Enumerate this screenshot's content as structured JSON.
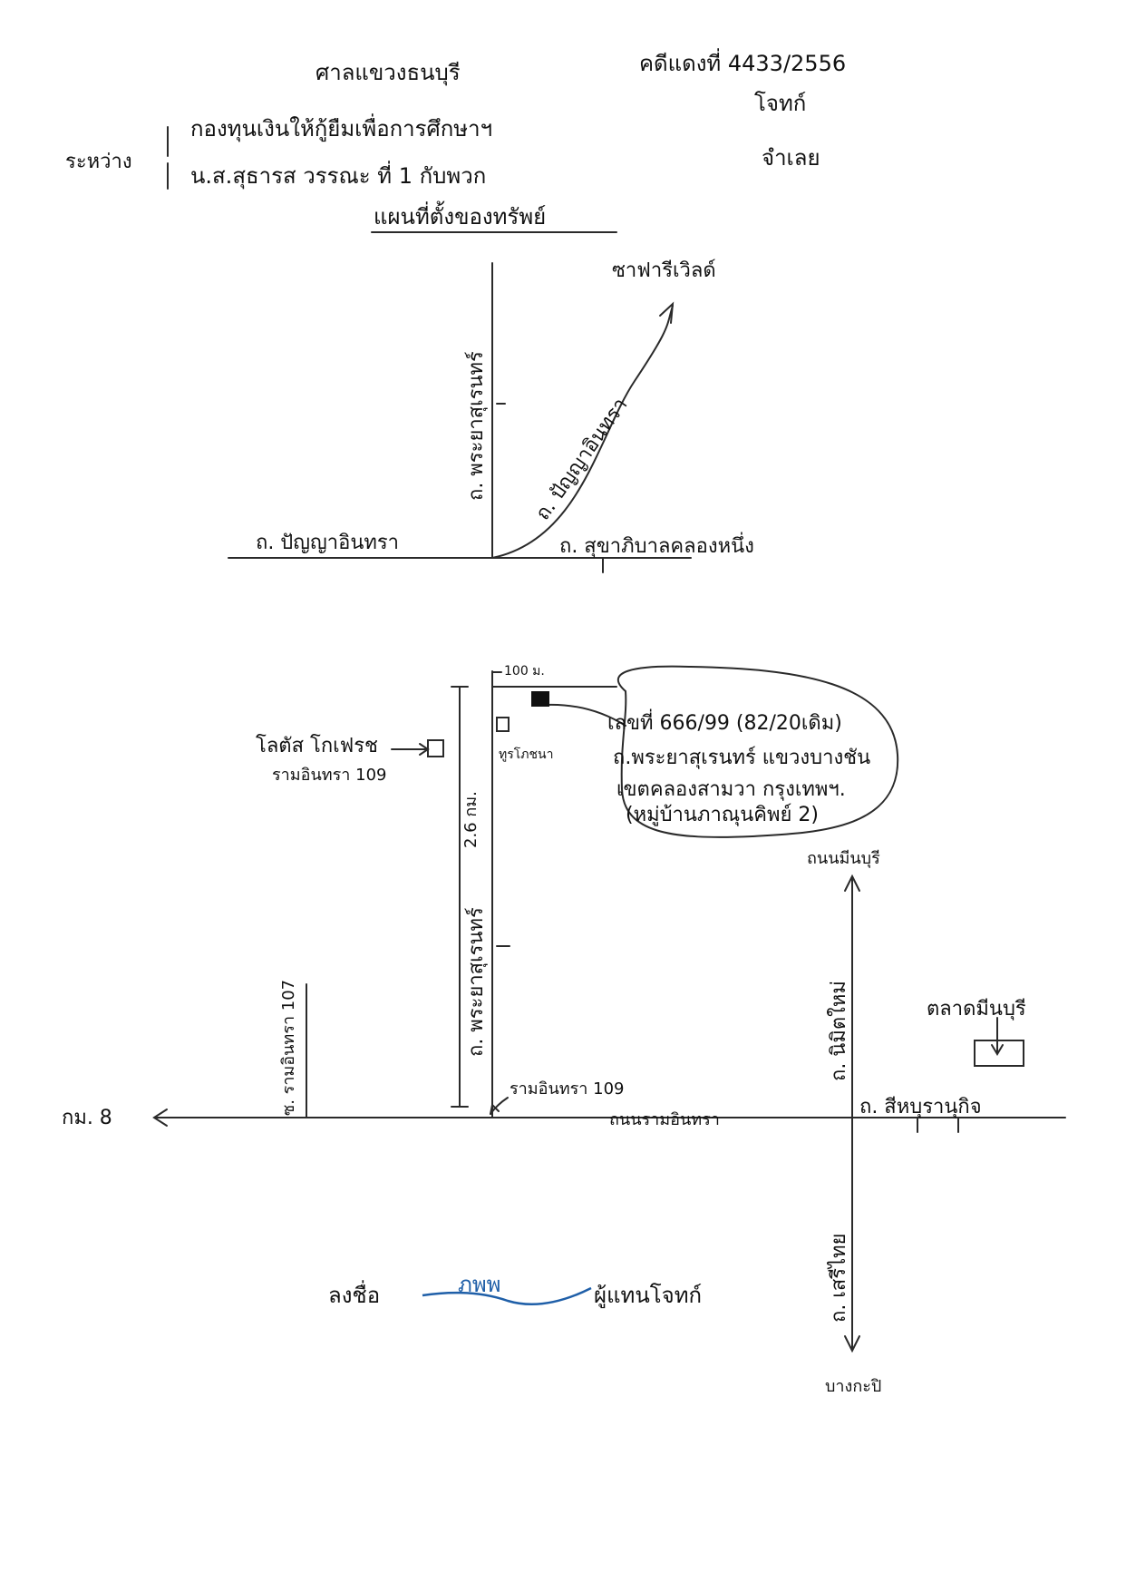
{
  "header": {
    "court": "ศาลแขวงธนบุรี",
    "case_no": "คดีแดงที่ 4433/2556",
    "plaintiff_role": "โจทก์",
    "defendant_role": "จำเลย",
    "between_label": "ระหว่าง",
    "plaintiff": "กองทุนเงินให้กู้ยืมเพื่อการศึกษาฯ",
    "defendant": "น.ส.สุธารส วรรณะ ที่ 1 กับพวก",
    "map_title": "แผนที่ตั้งของทรัพย์"
  },
  "roads": {
    "safari": "ซาฟารีเวิลด์",
    "panya_diag": "ถ. ปัญญาอินทรา",
    "phraya_north": "ถ. พระยาสุเรนทร์",
    "panya_west": "ถ. ปัญญาอินทรา",
    "sukha_east": "ถ. สุขาภิบาลคลองหนึ่ง",
    "dist_100m": "100 ม.",
    "dist_km": "2.6 กม.",
    "phraya_south": "ถ. พระยาสุเรนทร์",
    "soi_107": "ซ. รามอินทรา 107",
    "ram_109": "รามอินทรา 109",
    "ramindra": "ถนนรามอินทรา",
    "km8": "กม. 8",
    "seri_thai": "ถ. เสรีไทย",
    "nimit": "ถ. นิมิตใหม่",
    "chong_nonsi": "ถ. สีหบุรานุกิจ",
    "min_buri_north": "ถนนมีนบุรี",
    "bangkapi": "บางกะปิ"
  },
  "landmarks": {
    "lotus": "โลตัส โกเฟรช",
    "lotus_sub": "รามอินทรา 109",
    "kuru": "ทูรโภชนา",
    "market": "ตลาดมีนบุรี"
  },
  "property": {
    "line1": "เลขที่ 666/99 (82/20เดิม)",
    "line2": "ถ.พระยาสุเรนทร์ แขวงบางชัน",
    "line3": "เขตคลองสามวา กรุงเทพฯ.",
    "line4": "(หมู่บ้านภาณุนคิพย์ 2)"
  },
  "signature": {
    "label": "ลงชื่อ",
    "scribble": "ภพพ",
    "role": "ผู้แทนโจทก์"
  }
}
